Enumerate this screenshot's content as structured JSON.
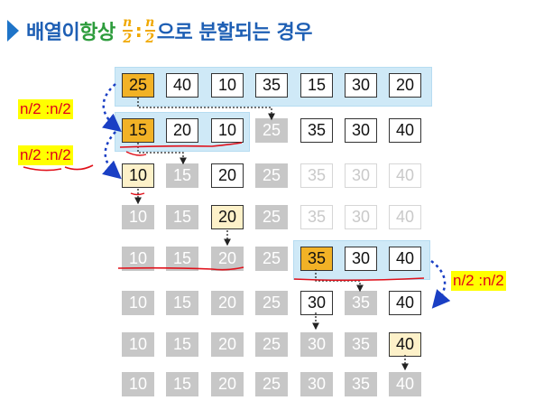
{
  "title": {
    "prefix": "배열이 ",
    "highlight": "항상",
    "frac_num": "n",
    "frac_den": "2",
    "colon": ":",
    "suffix": "으로 분할되는 경우"
  },
  "labels": {
    "tag1": "n/2 :n/2",
    "tag2": "n/2 :n/2",
    "tag3": "n/2 :n/2"
  },
  "rows": [
    {
      "values": [
        "25",
        "40",
        "10",
        "35",
        "15",
        "30",
        "20"
      ],
      "styles": [
        "o",
        "w",
        "w",
        "w",
        "w",
        "w",
        "w"
      ]
    },
    {
      "values": [
        "15",
        "20",
        "10",
        "25",
        "35",
        "30",
        "40"
      ],
      "styles": [
        "o",
        "w",
        "w",
        "g",
        "w",
        "w",
        "w"
      ]
    },
    {
      "values": [
        "10",
        "15",
        "20",
        "25",
        "35",
        "30",
        "40"
      ],
      "styles": [
        "y",
        "g",
        "w",
        "g",
        "l",
        "l",
        "l"
      ]
    },
    {
      "values": [
        "10",
        "15",
        "20",
        "25",
        "35",
        "30",
        "40"
      ],
      "styles": [
        "g",
        "g",
        "y",
        "g",
        "l",
        "l",
        "l"
      ]
    },
    {
      "values": [
        "10",
        "15",
        "20",
        "25",
        "35",
        "30",
        "40"
      ],
      "styles": [
        "g",
        "g",
        "g",
        "g",
        "o",
        "w",
        "w"
      ]
    },
    {
      "values": [
        "10",
        "15",
        "20",
        "25",
        "30",
        "35",
        "40"
      ],
      "styles": [
        "g",
        "g",
        "g",
        "g",
        "w",
        "g",
        "w"
      ]
    },
    {
      "values": [
        "10",
        "15",
        "20",
        "25",
        "30",
        "35",
        "40"
      ],
      "styles": [
        "g",
        "g",
        "g",
        "g",
        "g",
        "g",
        "y"
      ]
    },
    {
      "values": [
        "10",
        "15",
        "20",
        "25",
        "30",
        "35",
        "40"
      ],
      "styles": [
        "g",
        "g",
        "g",
        "g",
        "g",
        "g",
        "g"
      ]
    }
  ]
}
